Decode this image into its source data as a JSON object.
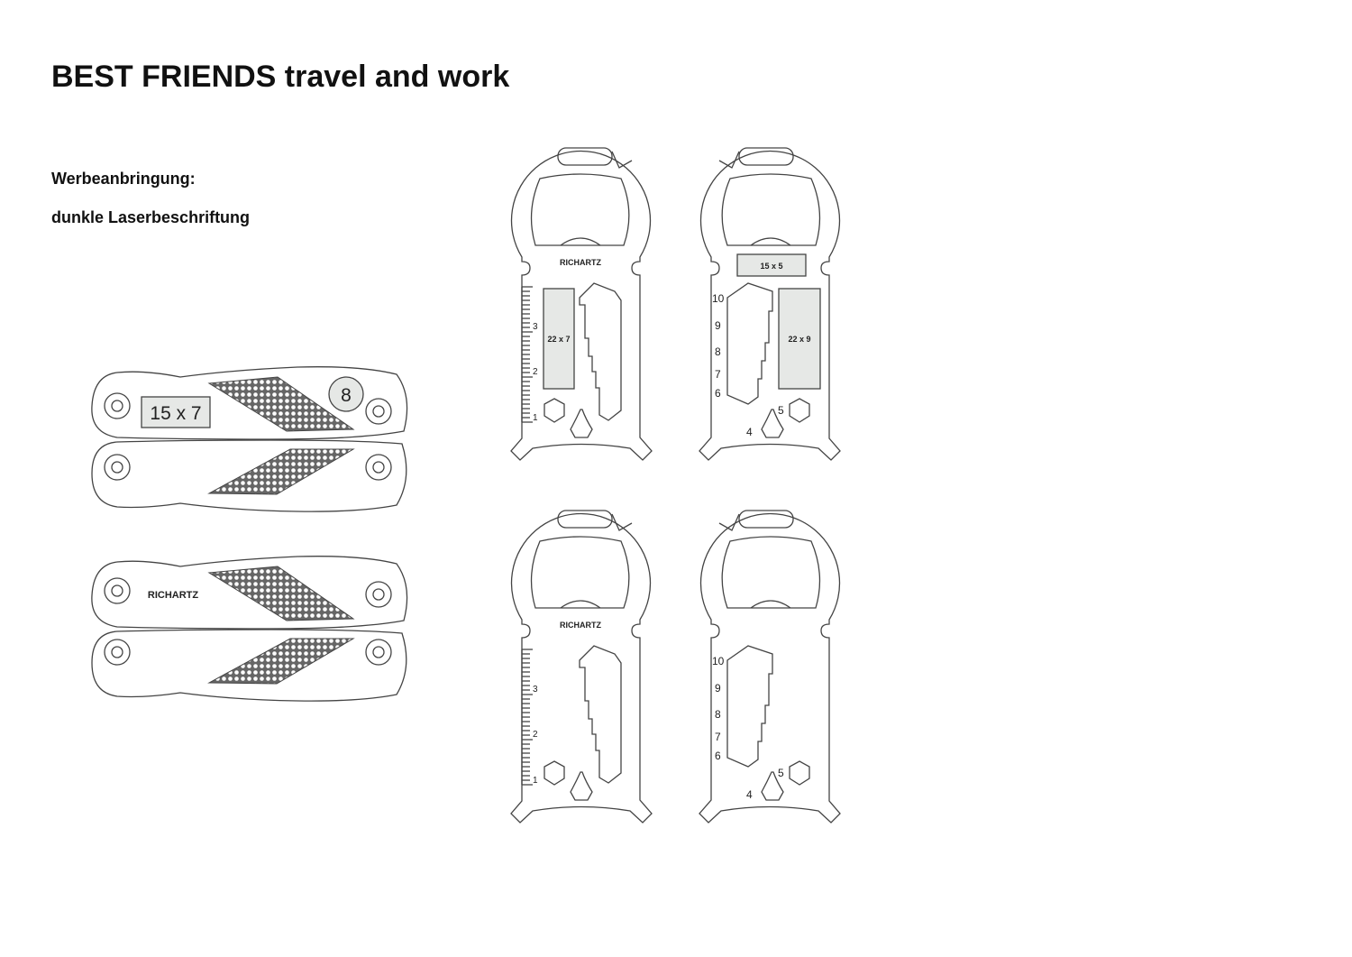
{
  "header": {
    "title": "BEST FRIENDS travel and work",
    "subtitle": "Werbeanbringung:",
    "method": "dunkle Laserbeschriftung"
  },
  "pliers": {
    "print_area_label": "15 x 7",
    "circle_label": "8",
    "brand": "RICHARTZ"
  },
  "cards": {
    "brand": "RICHARTZ",
    "front_print_area": "22 x 7",
    "back_top_print_area": "15 x 5",
    "back_print_area": "22 x 9",
    "ruler_labels": [
      "3",
      "2",
      "1"
    ],
    "wrench_sizes": [
      "10",
      "9",
      "8",
      "7",
      "6",
      "5",
      "4"
    ]
  }
}
